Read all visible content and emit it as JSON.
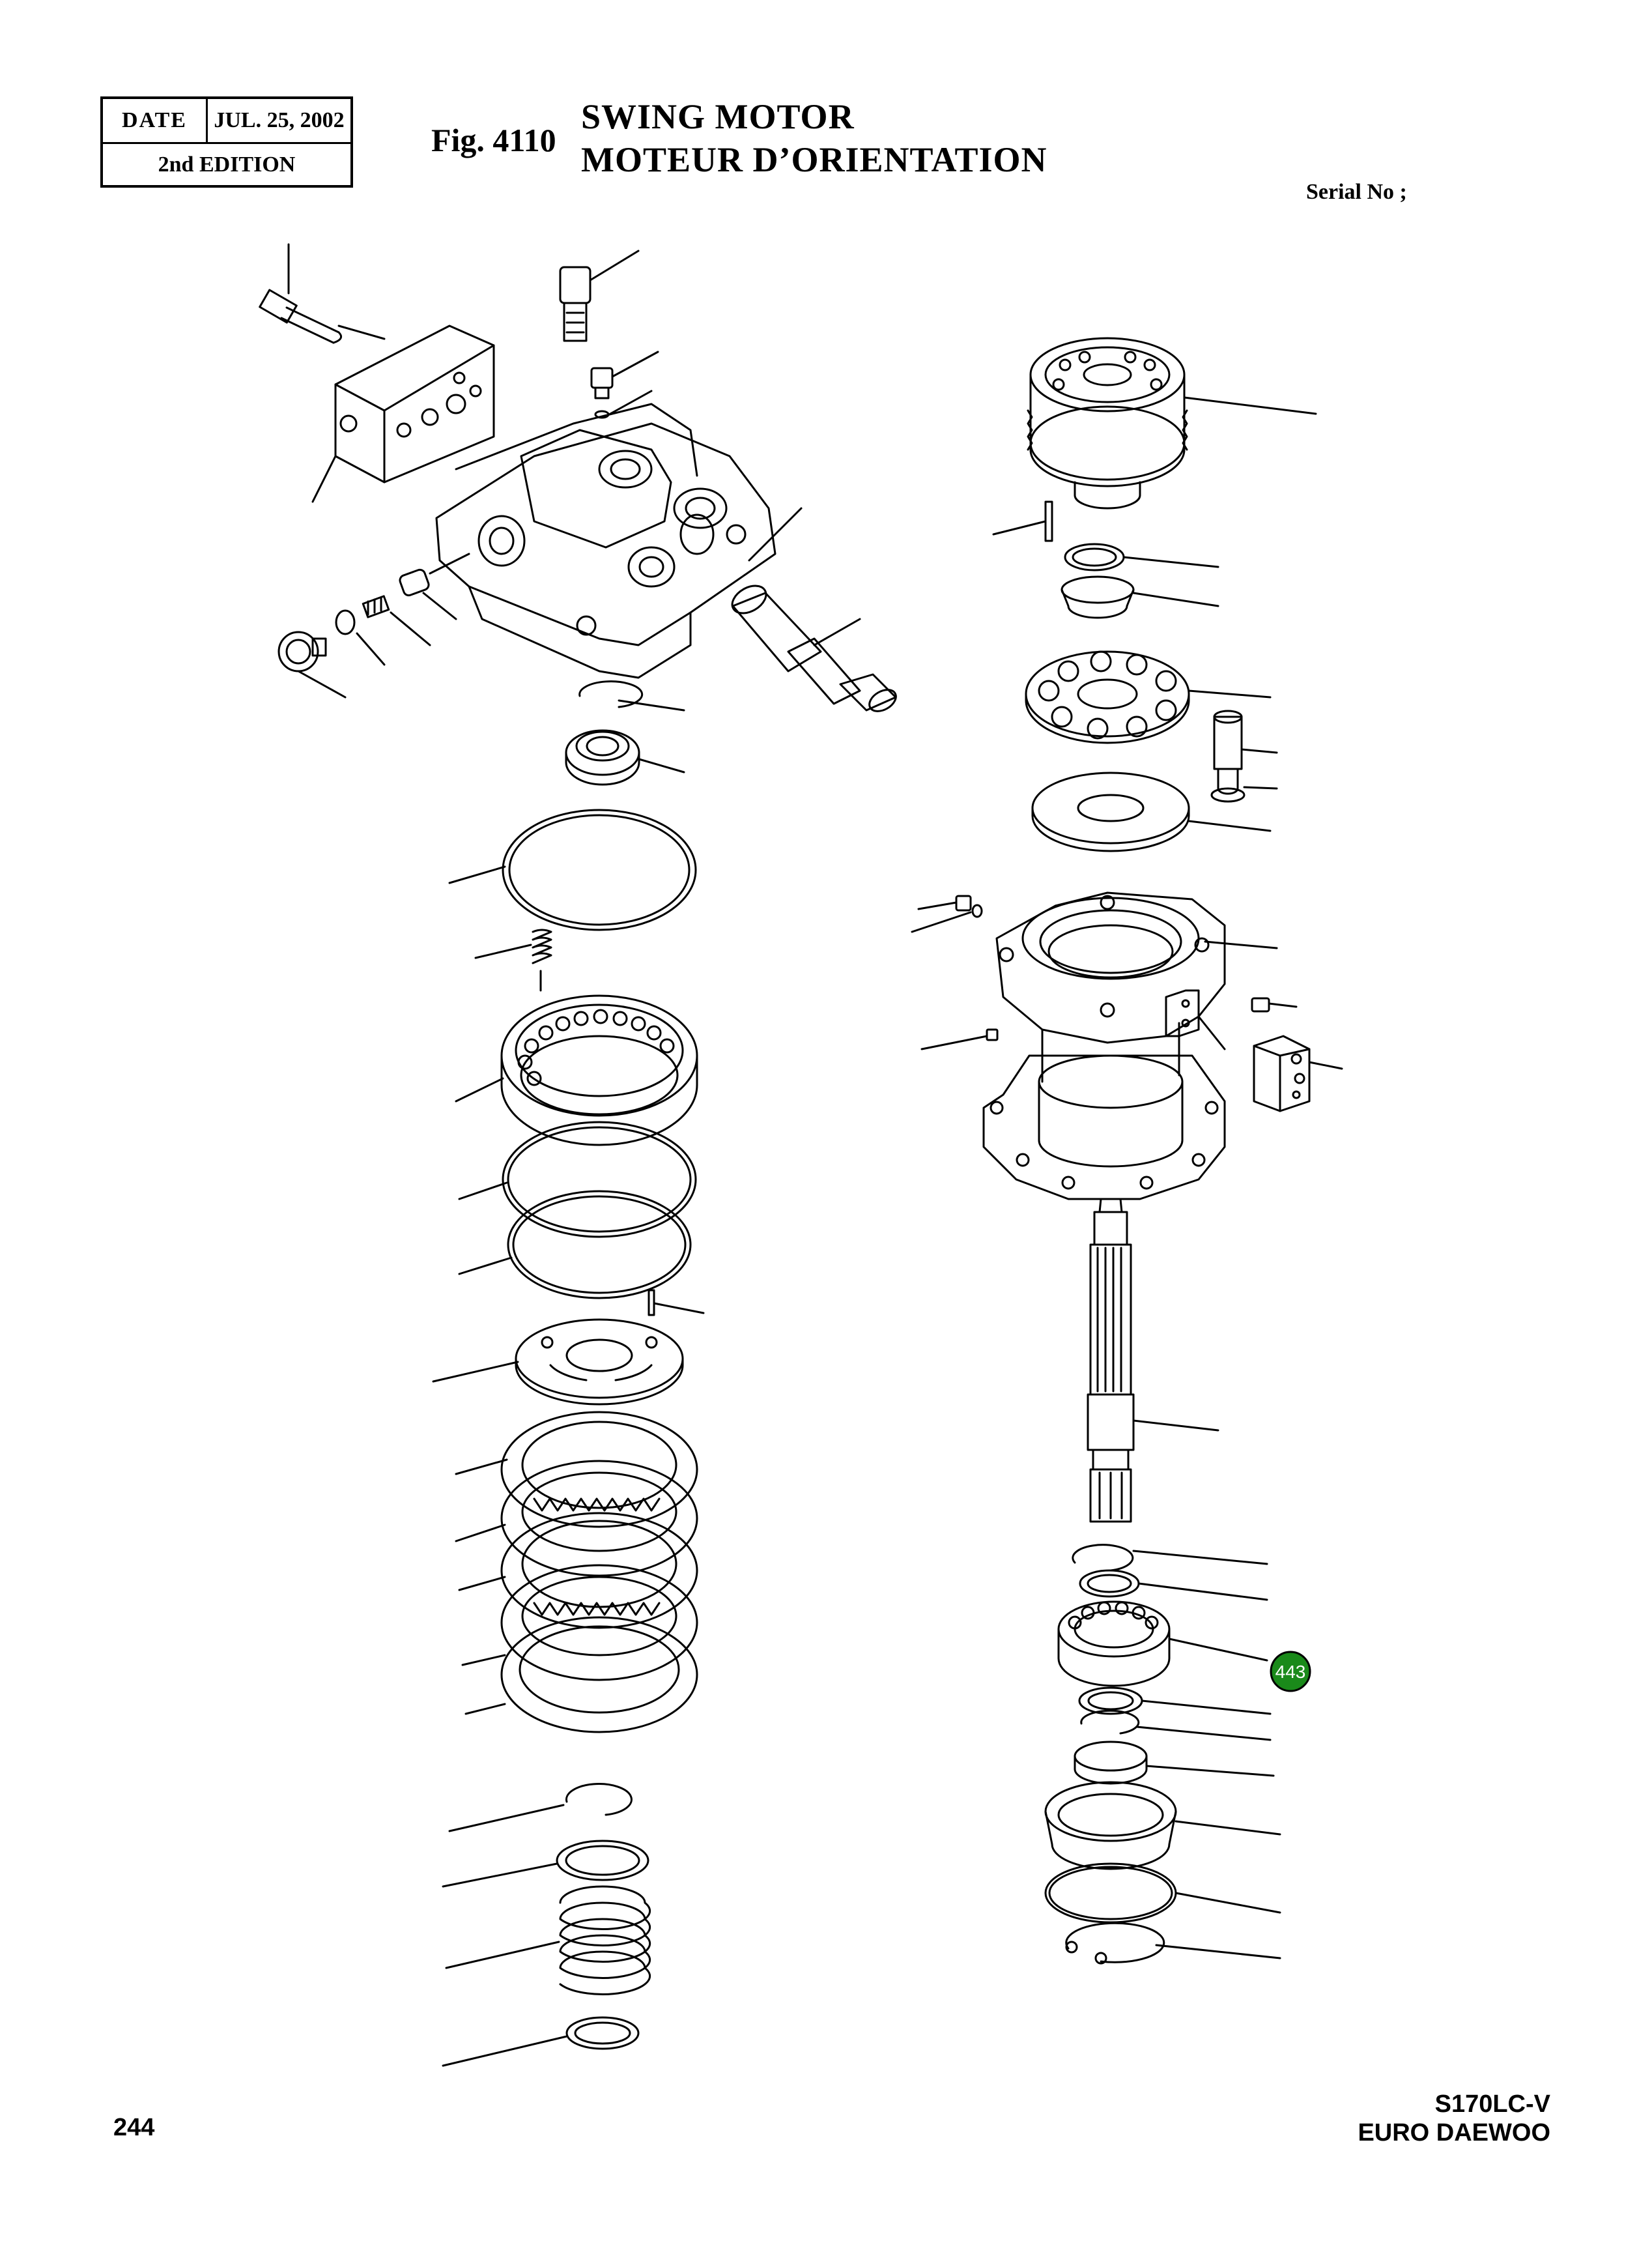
{
  "header": {
    "date_label": "DATE",
    "date_value": "JUL. 25, 2002",
    "edition": "2nd  EDITION",
    "fig_number": "Fig. 4110",
    "title_en": "SWING MOTOR",
    "title_fr": "MOTEUR D’ORIENTATION",
    "serial_label": "Serial No ;"
  },
  "callout": {
    "label": "443",
    "color": "#1a8a1a"
  },
  "footer": {
    "page_number": "244",
    "model": "S170LC-V",
    "brand": "EURO DAEWOO"
  },
  "colors": {
    "line": "#000000",
    "background": "#ffffff"
  }
}
